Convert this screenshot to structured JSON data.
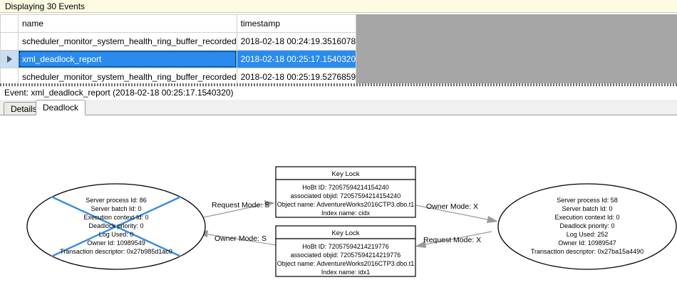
{
  "banner": {
    "text": "Displaying 30 Events"
  },
  "grid": {
    "columns": [
      "",
      "name",
      "timestamp"
    ],
    "rows": [
      {
        "selected": false,
        "marker": "",
        "name": "scheduler_monitor_system_health_ring_buffer_recorded",
        "timestamp": "2018-02-18 00:24:19.3516078"
      },
      {
        "selected": true,
        "marker": "row-pointer",
        "name": "xml_deadlock_report",
        "timestamp": "2018-02-18 00:25:17.1540320"
      },
      {
        "selected": false,
        "marker": "",
        "name": "scheduler_monitor_system_health_ring_buffer_recorded",
        "timestamp": "2018-02-18 00:25:19.5276859"
      }
    ]
  },
  "event": {
    "label": "Event: xml_deadlock_report (2018-02-18 00:25:17.1540320)"
  },
  "tabs": [
    {
      "id": "details",
      "label": "Details",
      "active": false
    },
    {
      "id": "deadlock",
      "label": "Deadlock",
      "active": true
    }
  ],
  "deadlock": {
    "victim_process": {
      "is_victim": true,
      "lines": [
        "Server process Id: 86",
        "Server batch Id: 0",
        "Execution context Id: 0",
        "Deadlock priority: 0",
        "Log Used: 0",
        "Owner Id: 10989549",
        "Transaction descriptor: 0x27b985d1ac0"
      ]
    },
    "surviving_process": {
      "is_victim": false,
      "lines": [
        "Server process Id: 58",
        "Server batch Id: 0",
        "Execution context Id: 0",
        "Deadlock priority: 0",
        "Log Used: 252",
        "Owner Id: 10989547",
        "Transaction descriptor: 0x27ba15a4490"
      ]
    },
    "resource_top": {
      "title": "Key Lock",
      "lines": [
        "HoBt ID: 72057594214154240",
        "associated objid: 72057594214154240",
        "Object name: AdventureWorks2016CTP3.dbo.t1",
        "Index name: cidx"
      ]
    },
    "resource_bottom": {
      "title": "Key Lock",
      "lines": [
        "HoBt ID: 72057594214219776",
        "associated objid: 72057594214219776",
        "Object name: AdventureWorks2016CTP3.dbo.t1",
        "Index name: idx1"
      ]
    },
    "edges": [
      {
        "id": "left-request-top",
        "label": "Request Mode: S"
      },
      {
        "id": "left-owner-bottom",
        "label": "Owner Mode: S"
      },
      {
        "id": "right-owner-top",
        "label": "Owner Mode: X"
      },
      {
        "id": "right-request-bottom",
        "label": "Request Mode: X"
      }
    ]
  },
  "colors": {
    "banner_bg": "#fdfce3",
    "selection_blue": "#2a8bef",
    "victim_cross": "#3a8dde",
    "grid_backdrop": "#a6a6a6",
    "edge_gray": "#9a9a9a"
  }
}
